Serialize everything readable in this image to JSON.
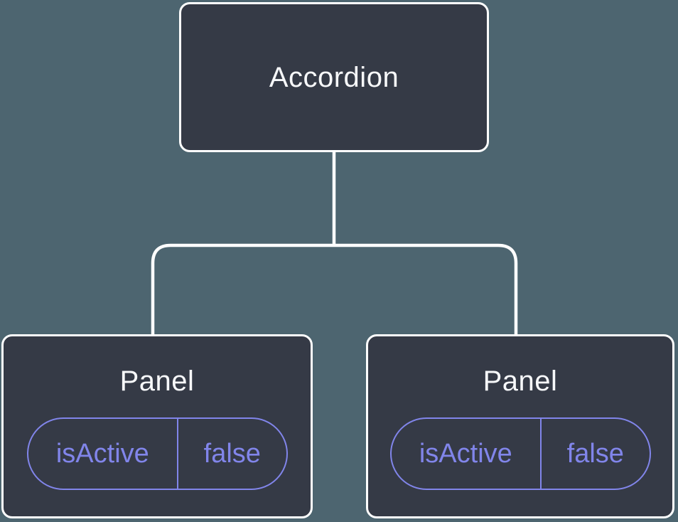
{
  "diagram": {
    "type": "component-tree",
    "root": {
      "label": "Accordion"
    },
    "children": [
      {
        "label": "Panel",
        "prop": {
          "name": "isActive",
          "value": "false"
        }
      },
      {
        "label": "Panel",
        "prop": {
          "name": "isActive",
          "value": "false"
        }
      }
    ]
  },
  "colors": {
    "background": "#4d6570",
    "node_fill": "#353a46",
    "node_border": "#ffffff",
    "connector": "#ffffff",
    "accent": "#8185ea",
    "label_text": "#f7f8fa"
  }
}
